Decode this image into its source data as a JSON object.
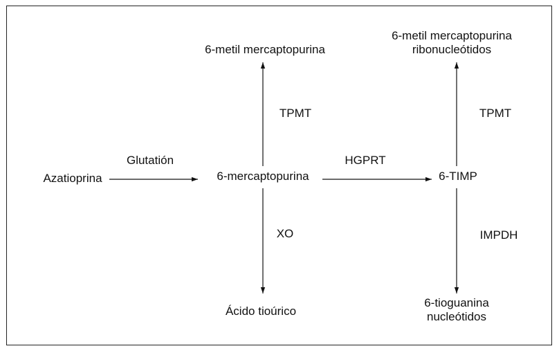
{
  "nodes": {
    "azatioprina": "Azatioprina",
    "mercaptopurina": "6-mercaptopurina",
    "metil_mp": "6-metil mercaptopurina",
    "acido_tiourico": "Ácido tioúrico",
    "timp": "6-TIMP",
    "metil_mp_ribo_line1": "6-metil mercaptopurina",
    "metil_mp_ribo_line2": "ribonucleótidos",
    "tioguanina_line1": "6-tioguanina",
    "tioguanina_line2": "nucleótidos"
  },
  "enzymes": {
    "glutation": "Glutatión",
    "tpmt_left": "TPMT",
    "xo": "XO",
    "hgprt": "HGPRT",
    "tpmt_right": "TPMT",
    "impdh": "IMPDH"
  },
  "colors": {
    "line": "#111111",
    "border": "#222222"
  }
}
